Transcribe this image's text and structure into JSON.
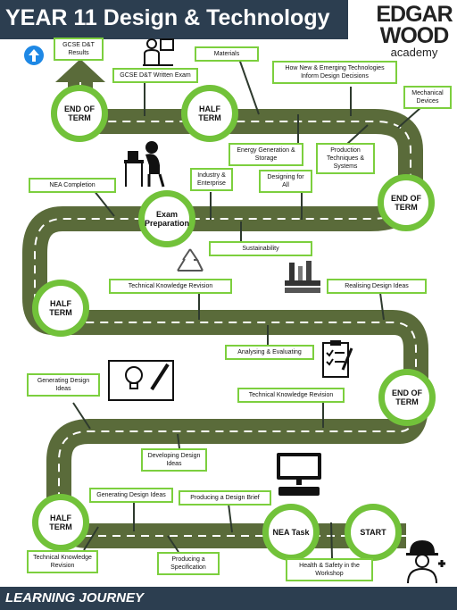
{
  "title": "YEAR 11 Design & Technology",
  "footer": "LEARNING JOURNEY",
  "logo": {
    "line1": "EDGAR",
    "line2": "WOOD",
    "line3": "academy"
  },
  "colors": {
    "header": "#2c3e50",
    "road": "#5a6b3a",
    "ring": "#72c23a",
    "label_border": "#7ccf3e",
    "up_arrow": "#1e88e5"
  },
  "milestones": {
    "start": "START",
    "nea_task": "NEA Task",
    "half_term_3": "HALF TERM",
    "end_of_term_2": "END OF TERM",
    "half_term_2": "HALF TERM",
    "exam_prep": "Exam Preparation",
    "end_of_term_1": "END OF TERM",
    "half_term_1": "HALF TERM",
    "end_of_term_top": "END OF TERM"
  },
  "labels": {
    "gcse_results": "GCSE D&T Results",
    "written_exam": "GCSE D&T Written Exam",
    "materials": "Materials",
    "emerging_tech": "How New & Emerging Technologies Inform Design Decisions",
    "mechanical_devices": "Mechanical Devices",
    "energy": "Energy Generation & Storage",
    "production": "Production Techniques & Systems",
    "designing_for_all": "Designing for All",
    "industry": "Industry & Enterprise",
    "nea_completion": "NEA Completion",
    "sustainability": "Sustainability",
    "tech_revision_1": "Technical Knowledge Revision",
    "realising_ideas": "Realising Design Ideas",
    "analysing": "Analysing & Evaluating",
    "generating_ideas_1": "Generating Design Ideas",
    "tech_revision_2": "Technical Knowledge Revision",
    "developing_ideas": "Developing Design Ideas",
    "generating_ideas_2": "Generating Design Ideas",
    "design_brief": "Producing a Design Brief",
    "tech_revision_3": "Technical Knowledge Revision",
    "specification": "Producing a Specification",
    "health_safety": "Health & Safety in the Workshop"
  },
  "icons": [
    "up-arrow-icon",
    "teacher-board-icon",
    "student-desk-icon",
    "recycle-icon",
    "materials-stack-icon",
    "checklist-icon",
    "lightbulb-drawing-icon",
    "computer-icon",
    "safety-worker-icon"
  ]
}
